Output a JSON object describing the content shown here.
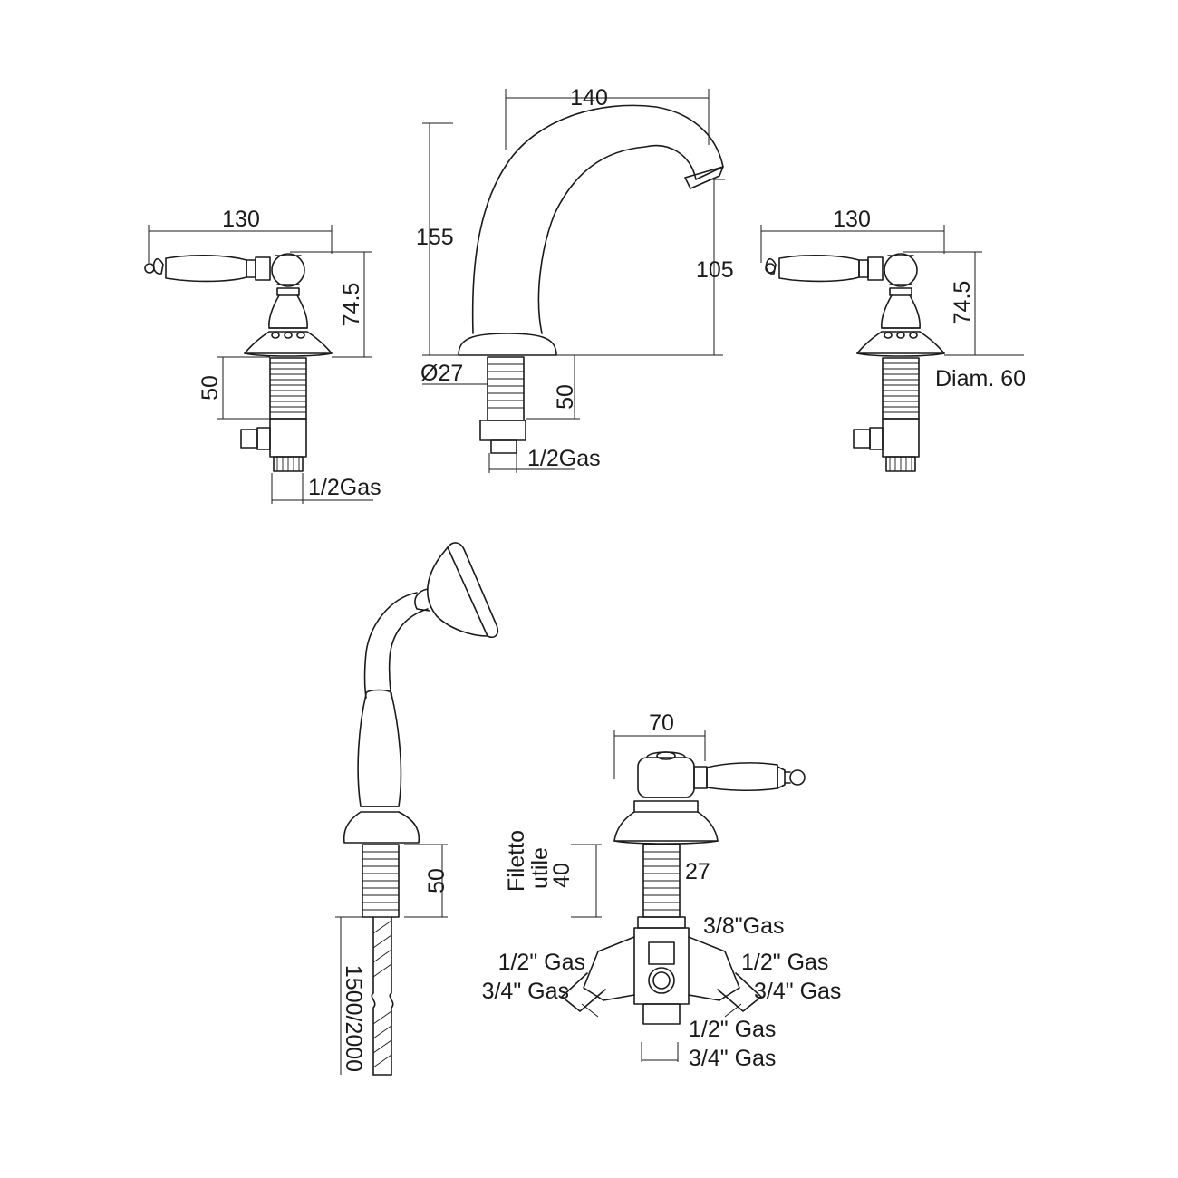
{
  "labels": {
    "spout_width": "140",
    "spout_height": "155",
    "spout_outlet_height": "105",
    "spout_base_diam": "Ø27",
    "spout_shank": "50",
    "spout_thread": "1/2Gas",
    "left_valve_width": "130",
    "left_valve_height": "74.5",
    "left_valve_shank": "50",
    "left_valve_thread": "1/2Gas",
    "right_valve_width": "130",
    "right_valve_height": "74.5",
    "right_valve_base": "Diam. 60",
    "shower_shank": "50",
    "hose_length": "1500/2000",
    "diverter_width": "70",
    "diverter_thread_label_1": "Filetto",
    "diverter_thread_label_2": "utile",
    "diverter_thread_len": "40",
    "diverter_shank_diam": "27",
    "diverter_inlet": "3/8\"Gas",
    "diverter_left_1": "1/2\" Gas",
    "diverter_left_2": "3/4\" Gas",
    "diverter_right_1": "1/2\" Gas",
    "diverter_right_2": "3/4\" Gas",
    "diverter_bottom_1": "1/2\" Gas",
    "diverter_bottom_2": "3/4\" Gas"
  }
}
